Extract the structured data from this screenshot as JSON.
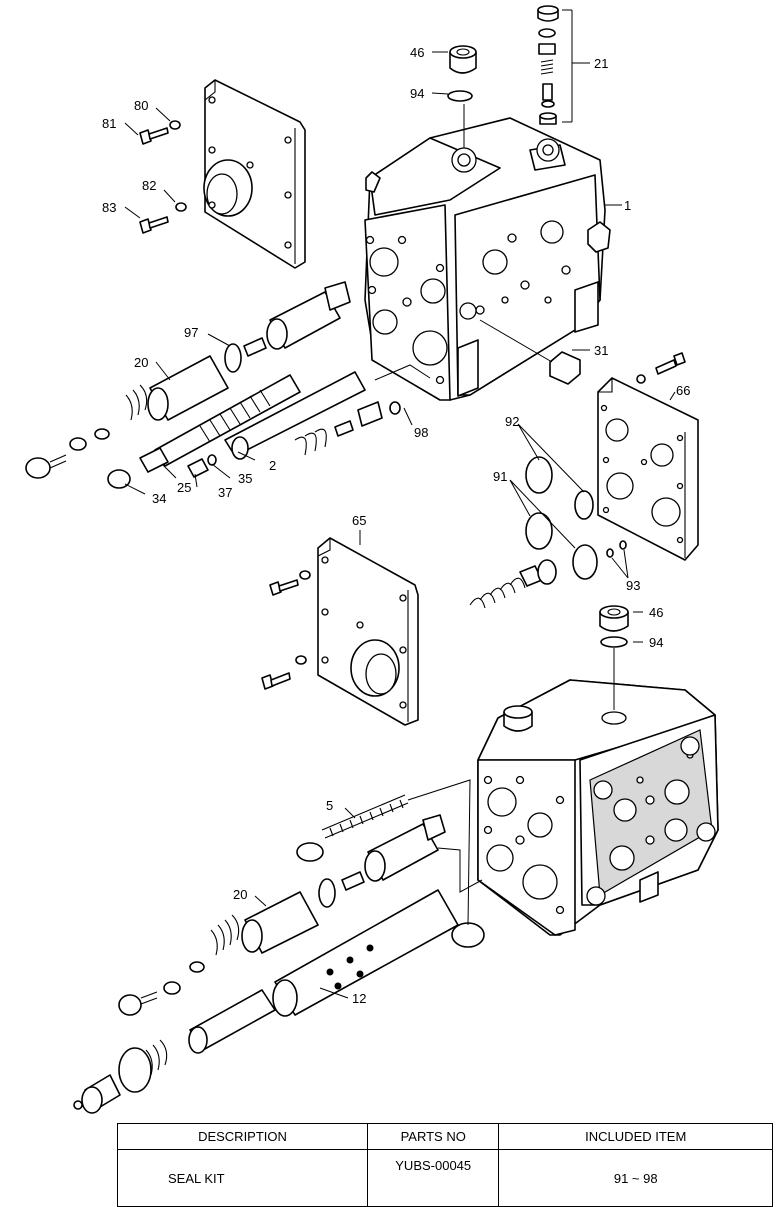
{
  "diagram": {
    "labels": {
      "p1": "1",
      "p2": "2",
      "p5": "5",
      "p12": "12",
      "p20a": "20",
      "p20b": "20",
      "p21": "21",
      "p25": "25",
      "p31": "31",
      "p34": "34",
      "p35": "35",
      "p37": "37",
      "p46a": "46",
      "p46b": "46",
      "p65": "65",
      "p66": "66",
      "p80": "80",
      "p81": "81",
      "p82": "82",
      "p83": "83",
      "p91": "91",
      "p92": "92",
      "p93": "93",
      "p94a": "94",
      "p94b": "94",
      "p97": "97",
      "p98": "98"
    }
  },
  "table": {
    "headers": [
      "DESCRIPTION",
      "PARTS NO",
      "INCLUDED ITEM"
    ],
    "row": {
      "description": "SEAL KIT",
      "parts_no": "YUBS-00045",
      "included": "91 ~ 98"
    }
  }
}
